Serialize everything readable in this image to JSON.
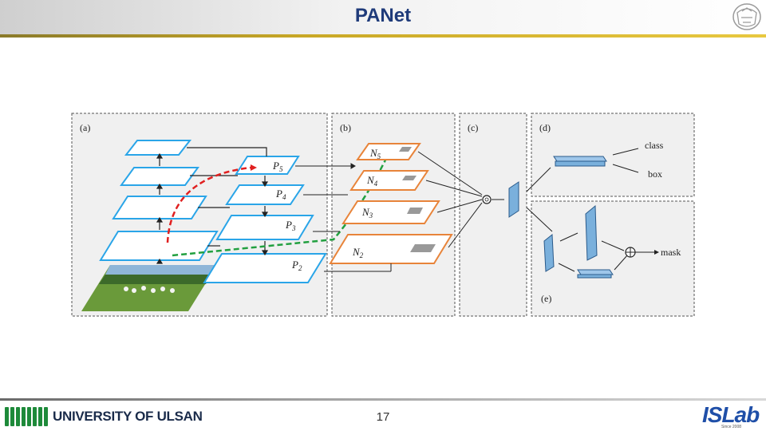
{
  "slide": {
    "title": "PANet",
    "page_number": "17"
  },
  "footer": {
    "university": "UNIVERSITY OF ULSAN",
    "lab_logo": "ISLab",
    "lab_since": "Since 2008"
  },
  "figure": {
    "panels": {
      "a": "(a)",
      "b": "(b)",
      "c": "(c)",
      "d": "(d)",
      "e": "(e)"
    },
    "p_labels": {
      "p5": "5",
      "p4": "4",
      "p3": "3",
      "p2": "2",
      "p": "P"
    },
    "n_labels": {
      "n5": "5",
      "n4": "4",
      "n3": "3",
      "n2": "2",
      "n": "N"
    },
    "outputs": {
      "class": "class",
      "box": "box",
      "mask": "mask"
    },
    "colors": {
      "feature_blue": "#2aa5e8",
      "aug_orange": "#e8843a",
      "red_path": "#e02020",
      "green_path": "#22a040",
      "panel_bg": "#f0f0f0"
    }
  }
}
